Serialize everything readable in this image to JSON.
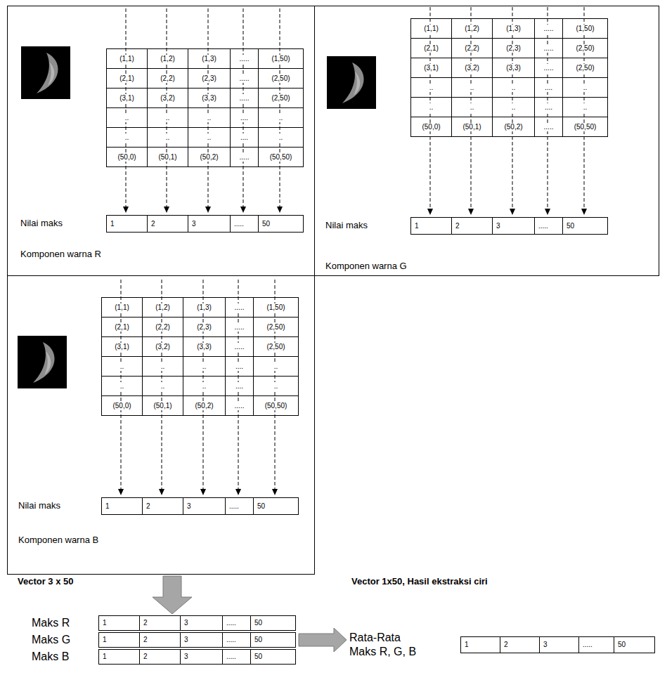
{
  "diagram": {
    "nodes": [
      {
        "text": [
          "Komponen warna R"
        ]
      },
      {
        "text": [
          "(1,1)",
          "(1,2)",
          "(1,3)",
          ".....",
          "(1,50)",
          "(2,1)",
          "(2,2)",
          "(2,3)",
          ".....",
          "(2,50)",
          "(3,1)",
          "(3,2)",
          "(3,3)",
          ".....",
          "(2,50)",
          "..",
          "..",
          "..",
          "....",
          "..",
          "..",
          "..",
          "..",
          "....",
          "..",
          "(50,0)",
          "(50,1)",
          "(50,2)",
          ".....",
          "(50,50)"
        ],
        "in": 0
      },
      {
        "text": [
          "Nilai maks",
          "1",
          "2",
          "3",
          ".....",
          "50"
        ],
        "in": 0
      },
      {
        "text": [
          "Komponen warna G"
        ]
      },
      {
        "text": [
          "(1,1)",
          "(1,2)",
          "(1,3)",
          ".....",
          "(1,50)",
          "(2,1)",
          "(2,2)",
          "(2,3)",
          ".....",
          "(2,50)",
          "(3,1)",
          "(3,2)",
          "(3,3)",
          ".....",
          "(2,50)",
          "..",
          "..",
          "..",
          "....",
          "..",
          "..",
          "..",
          "..",
          "....",
          "..",
          "(50,0)",
          "(50,1)",
          "(50,2)",
          ".....",
          "(50,50)"
        ],
        "in": 3
      },
      {
        "text": [
          "Nilai maks",
          "1",
          "2",
          "3",
          ".....",
          "50"
        ],
        "in": 3
      },
      {
        "text": [
          "Komponen warna B"
        ]
      },
      {
        "text": [
          "(1,1)",
          "(1,2)",
          "(1,3)",
          ".....",
          "(1,50)",
          "(2,1)",
          "(2,2)",
          "(2,3)",
          ".....",
          "(2,50)",
          "(3,1)",
          "(3,2)",
          "(3,3)",
          ".....",
          "(2,50)",
          "..",
          "..",
          "..",
          "....",
          "..",
          "..",
          "..",
          "..",
          "....",
          "..",
          "(50,0)",
          "(50,1)",
          "(50,2)",
          ".....",
          "(50,50)"
        ],
        "in": 6
      },
      {
        "text": [
          "Nilai maks",
          "1",
          "2",
          "3",
          ".....",
          "50"
        ],
        "in": 6
      },
      {
        "text": [
          "Maks R",
          "1",
          "2",
          "3",
          ".....",
          "50"
        ]
      },
      {
        "text": [
          "Maks G",
          "1",
          "2",
          "3",
          ".....",
          "50"
        ]
      },
      {
        "text": [
          "Maks B",
          "1",
          "2",
          "3",
          ".....",
          "50"
        ]
      },
      {
        "text": [
          "Rata-Rata Maks R, G, B",
          "1",
          "2",
          "3",
          ".....",
          "50"
        ]
      }
    ],
    "edges": [
      {
        "from": 6,
        "to": 9,
        "arrow": "to"
      },
      {
        "from": 10,
        "to": 12,
        "arrow": "to"
      }
    ],
    "labels": [
      "Vector 3 x 50",
      "Vector 1x50, Hasil ekstraksi ciri"
    ]
  }
}
